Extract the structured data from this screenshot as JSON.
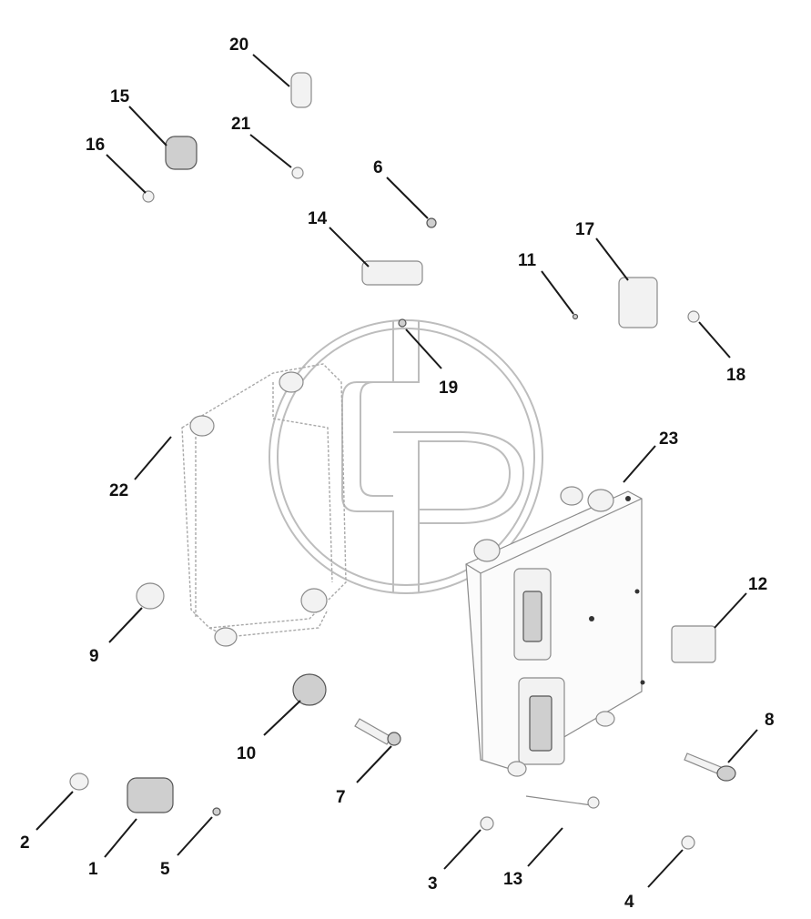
{
  "diagram": {
    "watermark_icon": "gp-circle-logo-icon",
    "colors": {
      "ink": "#111111",
      "part_fill": "#f2f2f2",
      "watermark": "#bdbdbd"
    },
    "callouts": [
      {
        "id": "1",
        "label": "1"
      },
      {
        "id": "2",
        "label": "2"
      },
      {
        "id": "3",
        "label": "3"
      },
      {
        "id": "4",
        "label": "4"
      },
      {
        "id": "5",
        "label": "5"
      },
      {
        "id": "6",
        "label": "6"
      },
      {
        "id": "7",
        "label": "7"
      },
      {
        "id": "8",
        "label": "8"
      },
      {
        "id": "9",
        "label": "9"
      },
      {
        "id": "10",
        "label": "10"
      },
      {
        "id": "11",
        "label": "11"
      },
      {
        "id": "12",
        "label": "12"
      },
      {
        "id": "13",
        "label": "13"
      },
      {
        "id": "14",
        "label": "14"
      },
      {
        "id": "15",
        "label": "15"
      },
      {
        "id": "16",
        "label": "16"
      },
      {
        "id": "17",
        "label": "17"
      },
      {
        "id": "18",
        "label": "18"
      },
      {
        "id": "19",
        "label": "19"
      },
      {
        "id": "20",
        "label": "20"
      },
      {
        "id": "21",
        "label": "21"
      },
      {
        "id": "22",
        "label": "22"
      },
      {
        "id": "23",
        "label": "23"
      }
    ]
  }
}
